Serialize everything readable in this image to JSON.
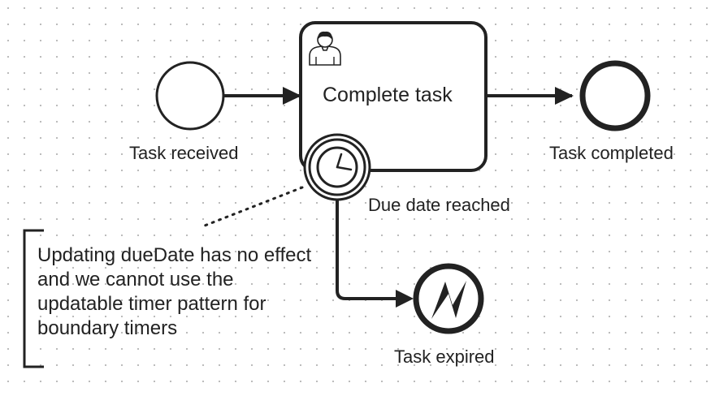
{
  "diagram": {
    "task": {
      "label": "Complete task",
      "icon": "user-icon"
    },
    "start_event": {
      "label": "Task received"
    },
    "end_event_completed": {
      "label": "Task completed"
    },
    "boundary_timer": {
      "label": "Due date reached",
      "icon": "clock-icon"
    },
    "end_event_expired": {
      "label": "Task expired",
      "icon": "lightning-icon"
    },
    "annotation": {
      "text": "Updating dueDate has no effect and we cannot use the updatable timer pattern for boundary timers"
    }
  },
  "colors": {
    "stroke": "#222222",
    "grid_dot": "#b8b8b8",
    "background": "#ffffff"
  }
}
